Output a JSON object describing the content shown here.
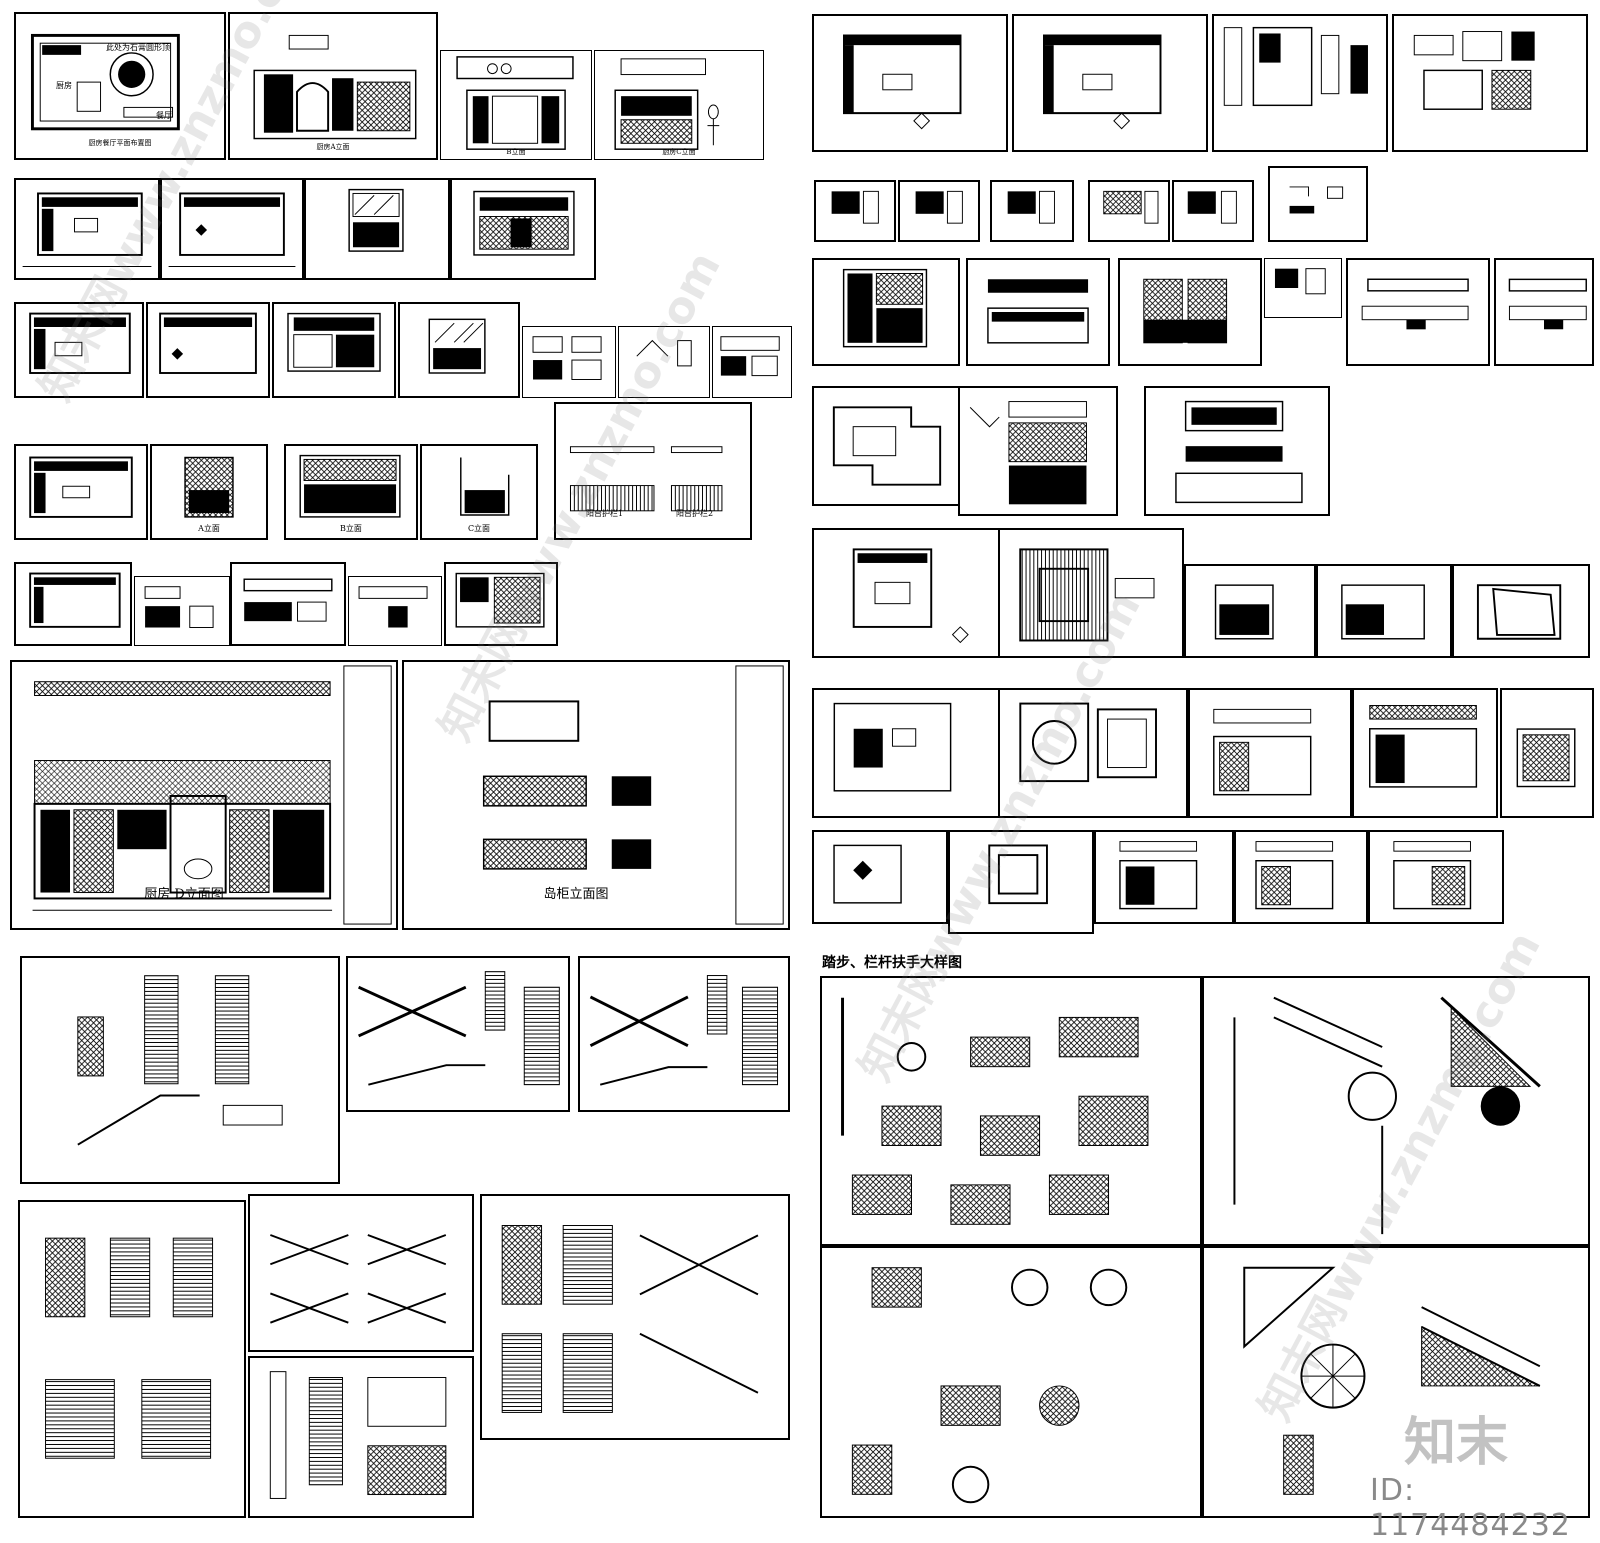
{
  "sheets": {
    "kitchen_plan_title": "厨房餐厅平面布置图",
    "kitchen_label": "厨房",
    "dining_label": "餐厅",
    "plan_note": "此处为石膏圆形顶",
    "elev_a_title": "厨房A立面",
    "elev_c_title": "厨房C立面",
    "elev_d_title_small": "厨房D立面",
    "a_elev": "A立面",
    "b_elev": "B立面",
    "c_elev": "C立面",
    "balcony_rail_1": "阳台护栏1",
    "balcony_rail_2": "阳台护栏2",
    "kitchen_d_elevation": "厨房  D立面图",
    "island_elevation": "岛柜立面图",
    "stair_detail_title": "踏步、栏杆扶手大样图"
  },
  "watermark": {
    "text": "知末网www.znzmo.com",
    "logo": "知末",
    "id": "ID: 1174484232"
  }
}
